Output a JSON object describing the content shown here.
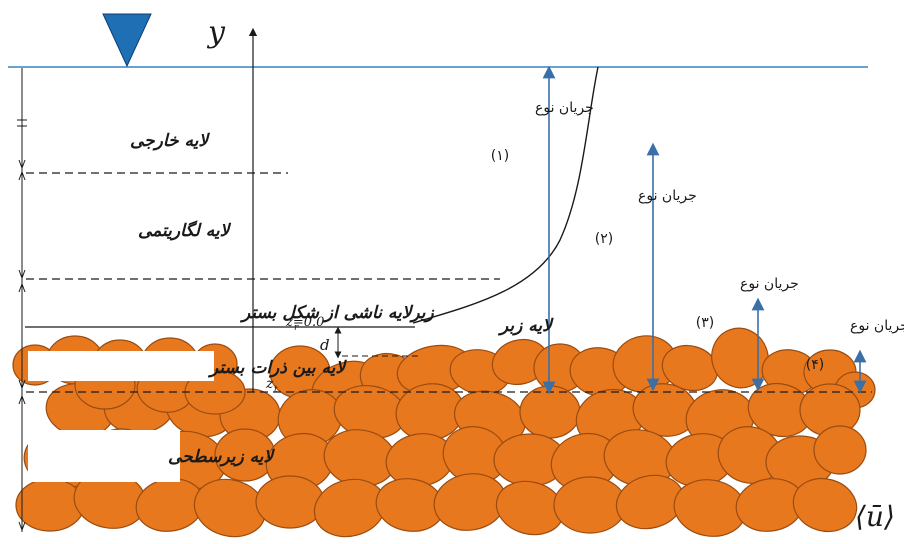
{
  "axis": {
    "y_label": "y",
    "x_label": "⟨ū⟩"
  },
  "layers": {
    "outer": "لایه خارجی",
    "logarithmic": "لایه لگاریتمی",
    "form_induced": "زیرلایه ناشی از شکل بستر",
    "interfacial": "لایه بین ذرات بستر",
    "subsurface": "لایه زیرسطحی",
    "roughness": "لایه زبر"
  },
  "flow_types": [
    {
      "label": "جریان نوع",
      "number": "(۱)"
    },
    {
      "label": "جریان نوع",
      "number": "(۲)"
    },
    {
      "label": "جریان نوع",
      "number": "(۳)"
    },
    {
      "label": "جریان نوع",
      "number": "(۴)"
    }
  ],
  "annotations": {
    "z_zero": "z=0.0",
    "z_zero_subscript": "r",
    "d": "d",
    "z_t": "z",
    "z_t_subscript": "t"
  },
  "colors": {
    "water_surface": "#3a82bd",
    "triangle": "#1f6fb5",
    "grain_fill": "#e8781e",
    "grain_stroke": "#9a4c10",
    "arrow": "#3a6fa8"
  }
}
